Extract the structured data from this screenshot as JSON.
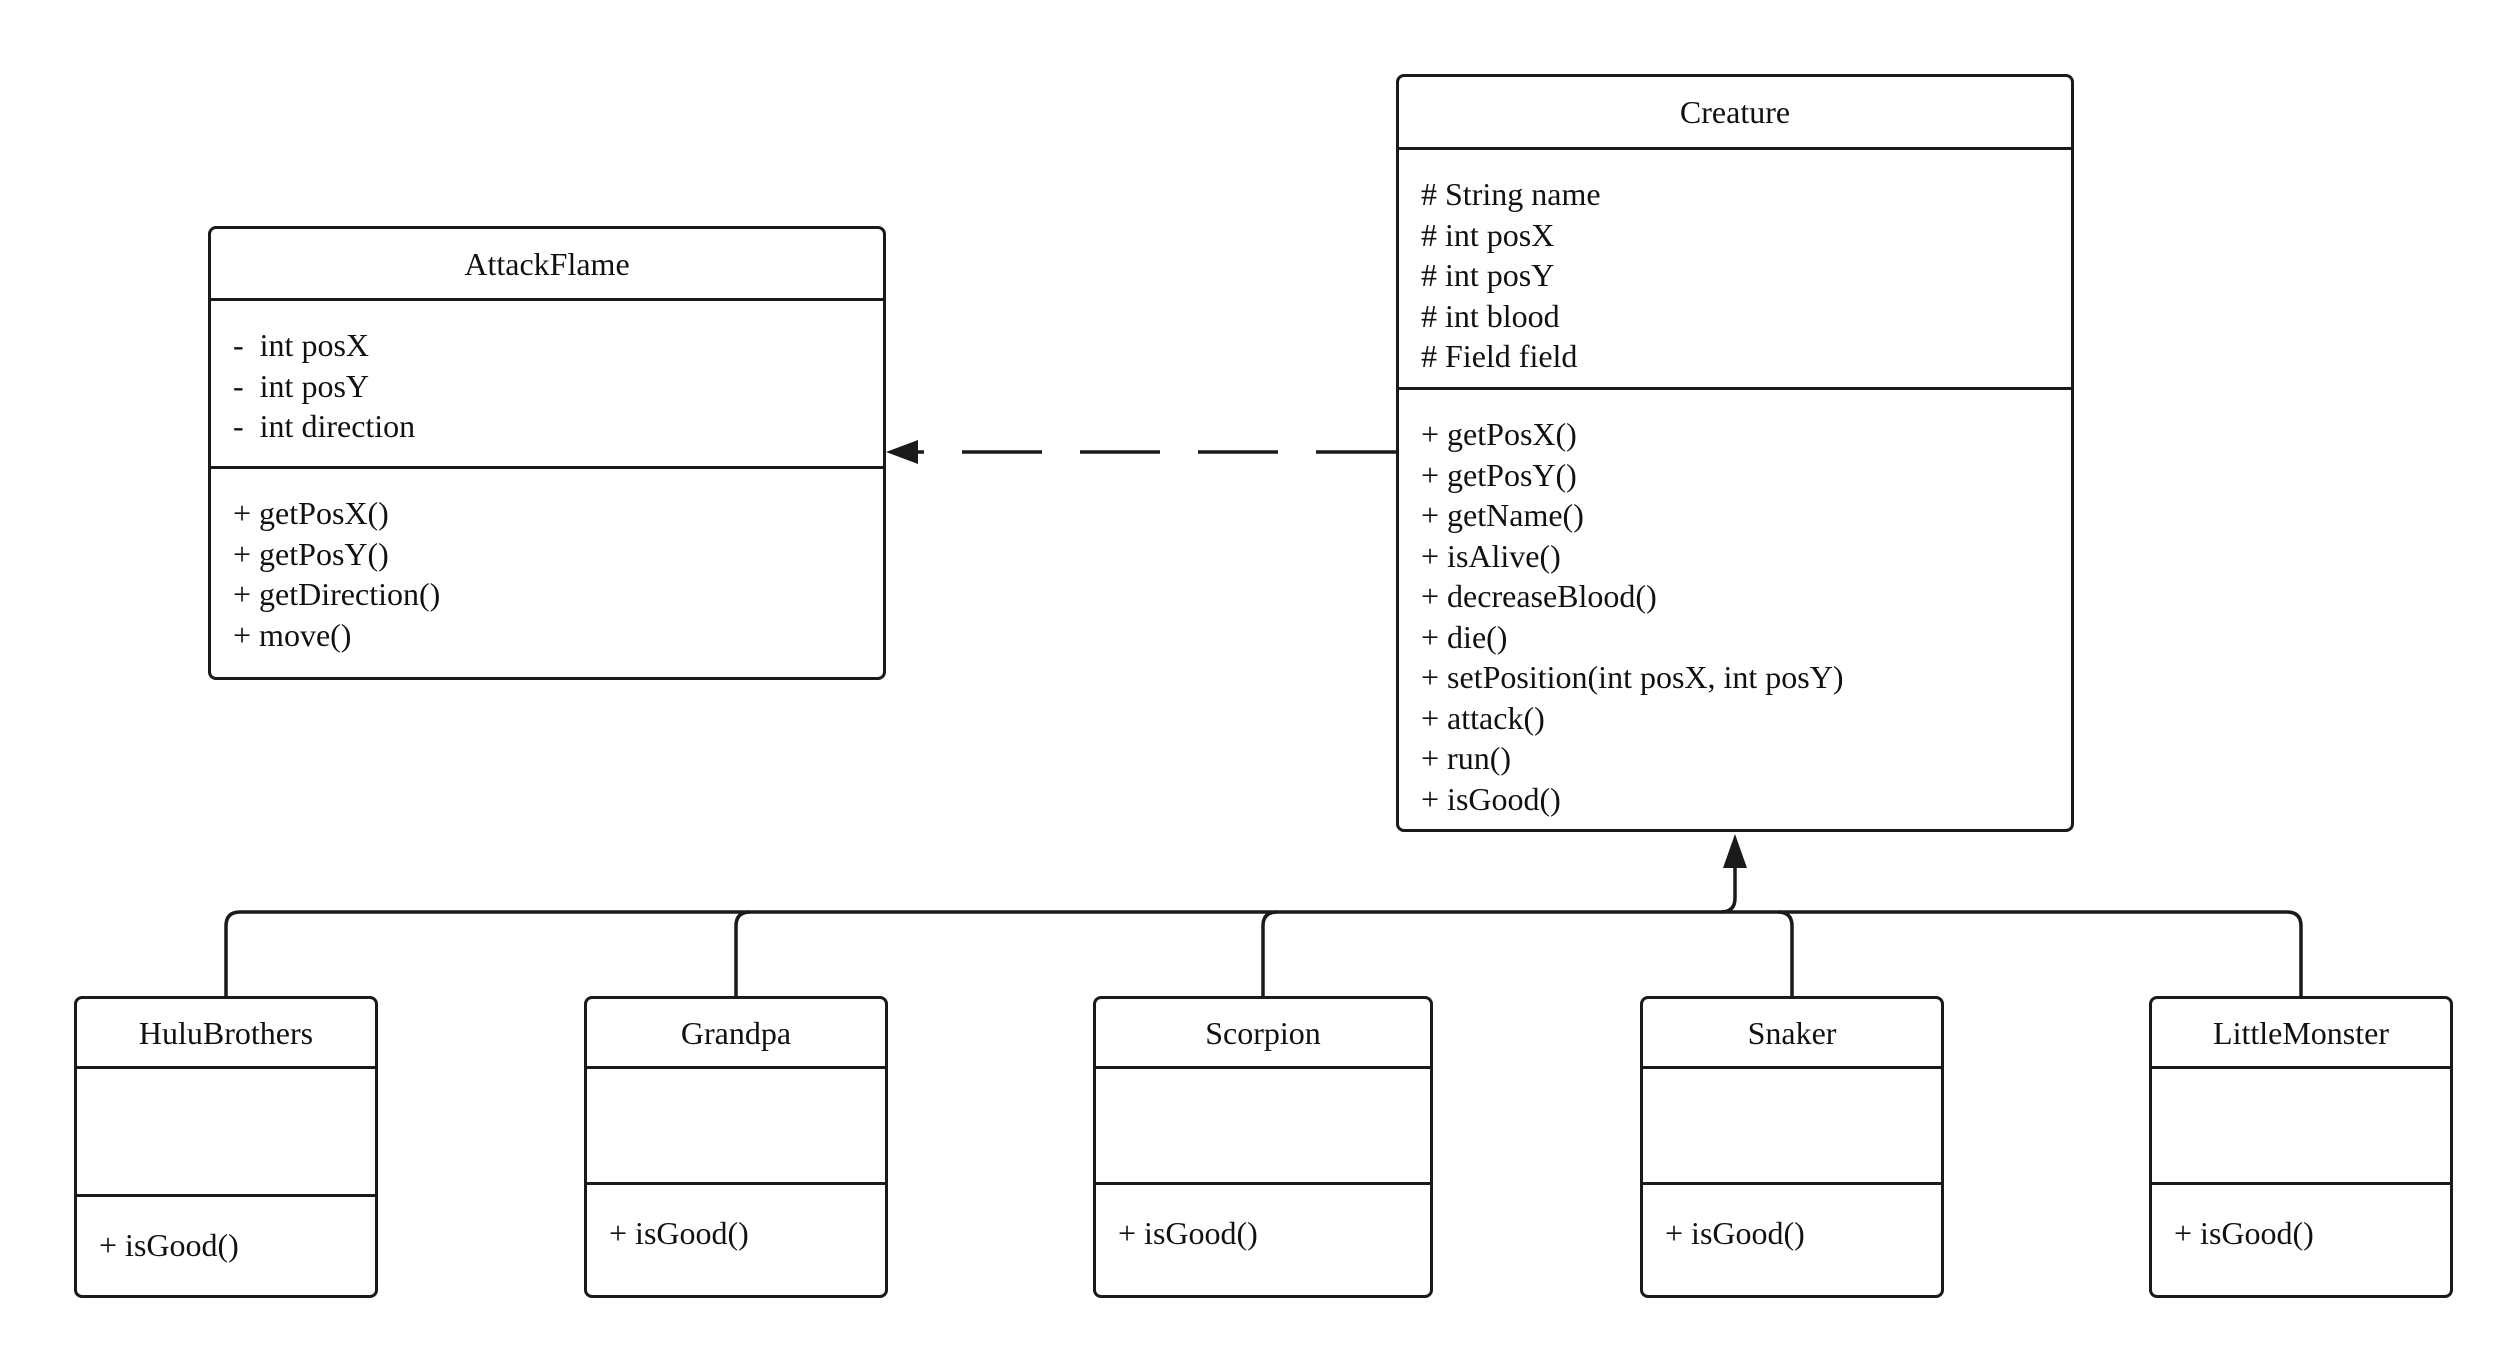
{
  "diagram": {
    "classes": [
      {
        "id": "attackflame",
        "name": "AttackFlame",
        "attributes": [
          "-  int posX",
          "-  int posY",
          "-  int direction"
        ],
        "methods": [
          "+ getPosX()",
          "+ getPosY()",
          "+ getDirection()",
          "+ move()"
        ]
      },
      {
        "id": "creature",
        "name": "Creature",
        "attributes": [
          "# String name",
          "# int posX",
          "# int posY",
          "# int blood",
          "# Field field"
        ],
        "methods": [
          "+ getPosX()",
          "+ getPosY()",
          "+ getName()",
          "+ isAlive()",
          "+ decreaseBlood()",
          "+ die()",
          "+ setPosition(int posX, int posY)",
          "+ attack()",
          "+ run()",
          "+ isGood()"
        ]
      },
      {
        "id": "hulubrothers",
        "name": "HuluBrothers",
        "attributes": [],
        "methods": [
          "+ isGood()"
        ]
      },
      {
        "id": "grandpa",
        "name": "Grandpa",
        "attributes": [],
        "methods": [
          "+ isGood()"
        ]
      },
      {
        "id": "scorpion",
        "name": "Scorpion",
        "attributes": [],
        "methods": [
          "+ isGood()"
        ]
      },
      {
        "id": "snaker",
        "name": "Snaker",
        "attributes": [],
        "methods": [
          "+ isGood()"
        ]
      },
      {
        "id": "littlemonster",
        "name": "LittleMonster",
        "attributes": [],
        "methods": [
          "+ isGood()"
        ]
      }
    ],
    "relations": [
      {
        "type": "dependency",
        "from": "creature",
        "to": "attackflame"
      },
      {
        "type": "generalization",
        "from": "hulubrothers",
        "to": "creature"
      },
      {
        "type": "generalization",
        "from": "grandpa",
        "to": "creature"
      },
      {
        "type": "generalization",
        "from": "scorpion",
        "to": "creature"
      },
      {
        "type": "generalization",
        "from": "snaker",
        "to": "creature"
      },
      {
        "type": "generalization",
        "from": "littlemonster",
        "to": "creature"
      }
    ]
  }
}
